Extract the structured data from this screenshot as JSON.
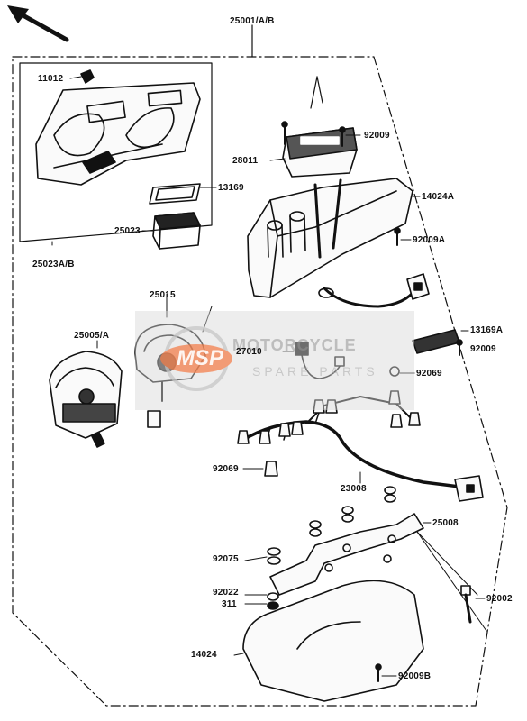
{
  "parts": {
    "p25001": "25001/A/B",
    "p11012": "11012",
    "p92009a": "92009",
    "p28011": "28011",
    "p14024a": "14024A",
    "p13169": "13169",
    "p25023": "25023",
    "p92009b": "92009A",
    "p25023ab": "25023A/B",
    "p25015": "25015",
    "p25005": "25005/A",
    "p13169a": "13169A",
    "p27010": "27010",
    "p92009c": "92009",
    "p92069a": "92069",
    "p92069b": "92069",
    "p23008": "23008",
    "p25008": "25008",
    "p92075": "92075",
    "p92022": "92022",
    "p311": "311",
    "p92002": "92002",
    "p14024": "14024",
    "p92009d": "92009B"
  },
  "watermark": {
    "badge": "MSP",
    "line1": "MOTORCYCLE",
    "line2": "SPARE PARTS"
  },
  "colors": {
    "ink": "#111111",
    "watermark_band": "#d9d9d9",
    "watermark_badge": "#f08a5d"
  }
}
